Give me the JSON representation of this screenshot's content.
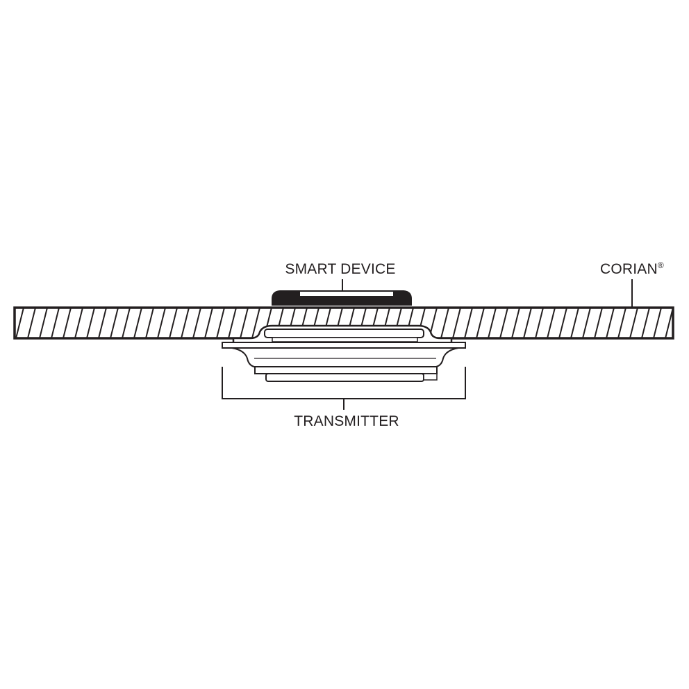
{
  "labels": {
    "smart_device": "SMART DEVICE",
    "corian": "CORIAN",
    "corian_mark": "®",
    "transmitter": "TRANSMITTER"
  },
  "colors": {
    "ink": "#231f20",
    "background": "#ffffff"
  }
}
